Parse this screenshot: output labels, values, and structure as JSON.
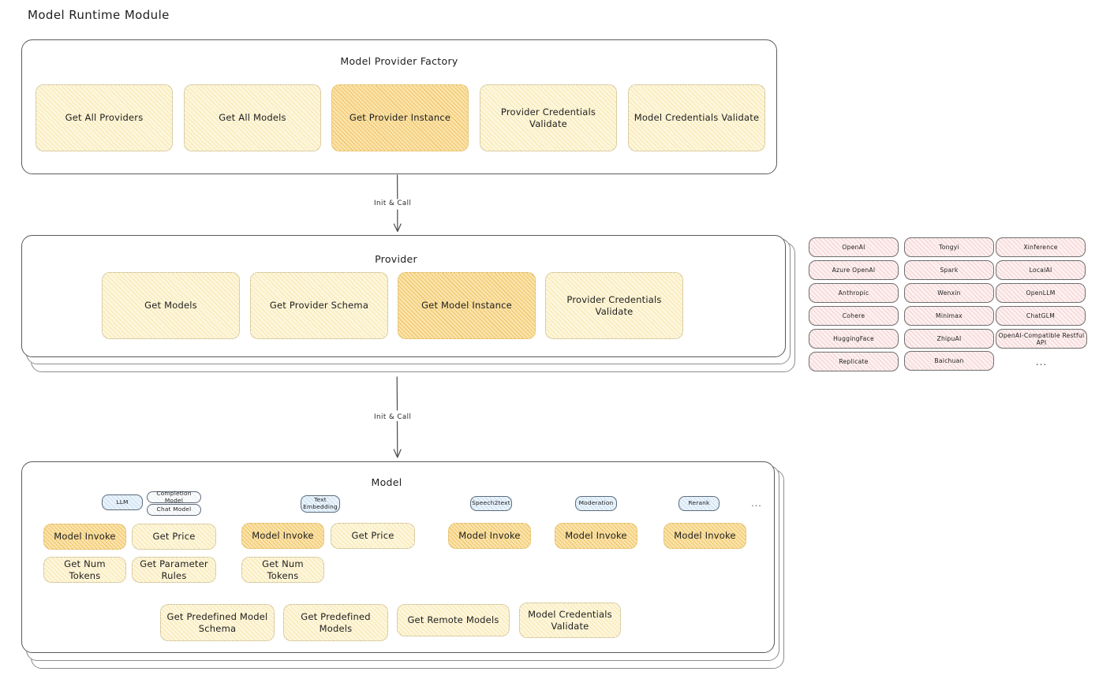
{
  "page": {
    "title": "Model Runtime Module"
  },
  "factory": {
    "title": "Model Provider Factory",
    "nodes": [
      {
        "label": "Get All Providers",
        "highlight": false
      },
      {
        "label": "Get All Models",
        "highlight": false
      },
      {
        "label": "Get Provider Instance",
        "highlight": true
      },
      {
        "label": "Provider Credentials Validate",
        "highlight": false
      },
      {
        "label": "Model Credentials Validate",
        "highlight": false
      }
    ]
  },
  "arrows": [
    {
      "label": "Init & Call"
    },
    {
      "label": "Init & Call"
    }
  ],
  "provider": {
    "title": "Provider",
    "nodes": [
      {
        "label": "Get Models",
        "highlight": false
      },
      {
        "label": "Get Provider Schema",
        "highlight": false
      },
      {
        "label": "Get Model Instance",
        "highlight": true
      },
      {
        "label": "Provider Credentials Validate",
        "highlight": false
      }
    ]
  },
  "provider_list": {
    "columns": [
      {
        "items": [
          "OpenAI",
          "Azure OpenAI",
          "Anthropic",
          "Cohere",
          "HuggingFace",
          "Replicate"
        ]
      },
      {
        "items": [
          "Tongyi",
          "Spark",
          "Wenxin",
          "Minimax",
          "ZhipuAI",
          "Baichuan"
        ]
      },
      {
        "items": [
          "Xinference",
          "LocalAI",
          "OpenLLM",
          "ChatGLM",
          "OpenAI-Compatible Restful API"
        ]
      }
    ],
    "more": "..."
  },
  "model": {
    "title": "Model",
    "more": "...",
    "groups": [
      {
        "badge": "LLM",
        "sub_badges": [
          "Completion Model",
          "Chat Model"
        ],
        "nodes": [
          {
            "label": "Model Invoke",
            "highlight": true
          },
          {
            "label": "Get Price",
            "highlight": false
          },
          {
            "label": "Get Num Tokens",
            "highlight": false
          },
          {
            "label": "Get Parameter Rules",
            "highlight": false
          }
        ]
      },
      {
        "badge": "Text Embedding",
        "sub_badges": [],
        "nodes": [
          {
            "label": "Model Invoke",
            "highlight": true
          },
          {
            "label": "Get Price",
            "highlight": false
          },
          {
            "label": "Get Num Tokens",
            "highlight": false
          }
        ]
      },
      {
        "badge": "Speech2text",
        "sub_badges": [],
        "nodes": [
          {
            "label": "Model Invoke",
            "highlight": true
          }
        ]
      },
      {
        "badge": "Moderation",
        "sub_badges": [],
        "nodes": [
          {
            "label": "Model Invoke",
            "highlight": true
          }
        ]
      },
      {
        "badge": "Rerank",
        "sub_badges": [],
        "nodes": [
          {
            "label": "Model Invoke",
            "highlight": true
          }
        ]
      }
    ],
    "common_nodes": [
      {
        "label": "Get Predefined Model Schema"
      },
      {
        "label": "Get Predefined Models"
      },
      {
        "label": "Get Remote Models"
      },
      {
        "label": "Model Credentials Validate"
      }
    ]
  }
}
